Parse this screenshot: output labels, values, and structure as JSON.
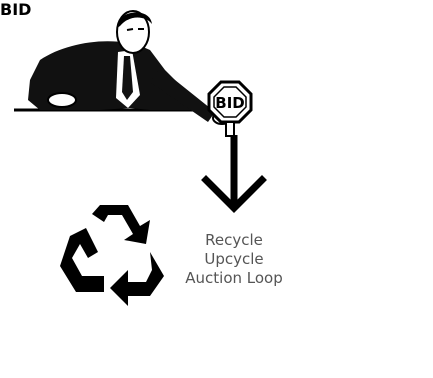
{
  "caption": {
    "line1": "Recycle",
    "line2": "Upcycle",
    "line3": "Auction Loop"
  },
  "bid_sign_top": {
    "text": "BID"
  },
  "bid_sign_loop": {
    "text": "BID"
  },
  "icons": {
    "auctioneer": "man-pressing-bid-sign",
    "arrow": "down-arrow-icon",
    "recycle": "recycle-icon",
    "loop": "circular-loop-arrows-icon",
    "repair": "hand-wrench-icon"
  },
  "colors": {
    "ink": "#000000",
    "paper": "#ffffff",
    "caption": "#555555"
  }
}
